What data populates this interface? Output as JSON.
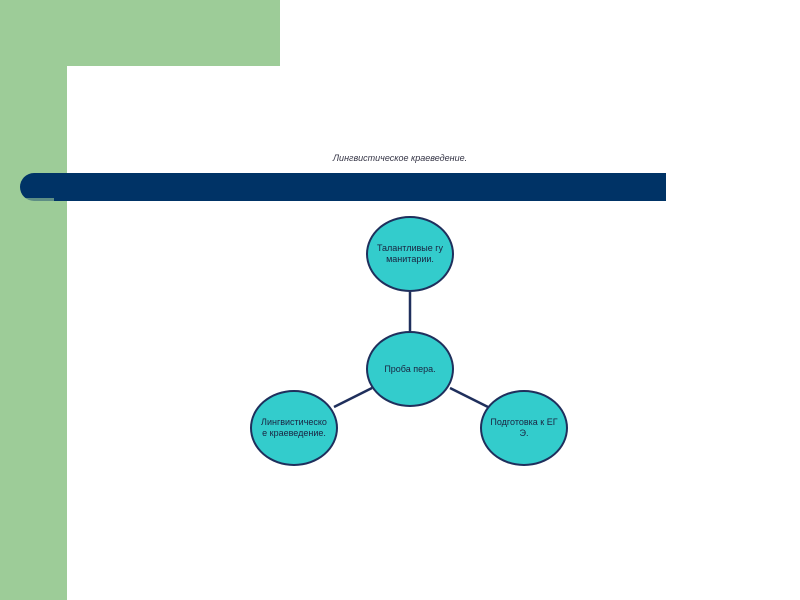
{
  "slide": {
    "title": "Лингвистическое краеведение."
  },
  "diagram": {
    "center": "Проба пера.",
    "top": "Талантливые гуманитарии.",
    "left": "Лингвистическое краеведение.",
    "right": "Подготовка к ЕГЭ."
  },
  "colors": {
    "background_green": "#9dcc98",
    "title_bar": "#003366",
    "node_fill": "#33cccc",
    "node_border": "#1f2f5c"
  }
}
